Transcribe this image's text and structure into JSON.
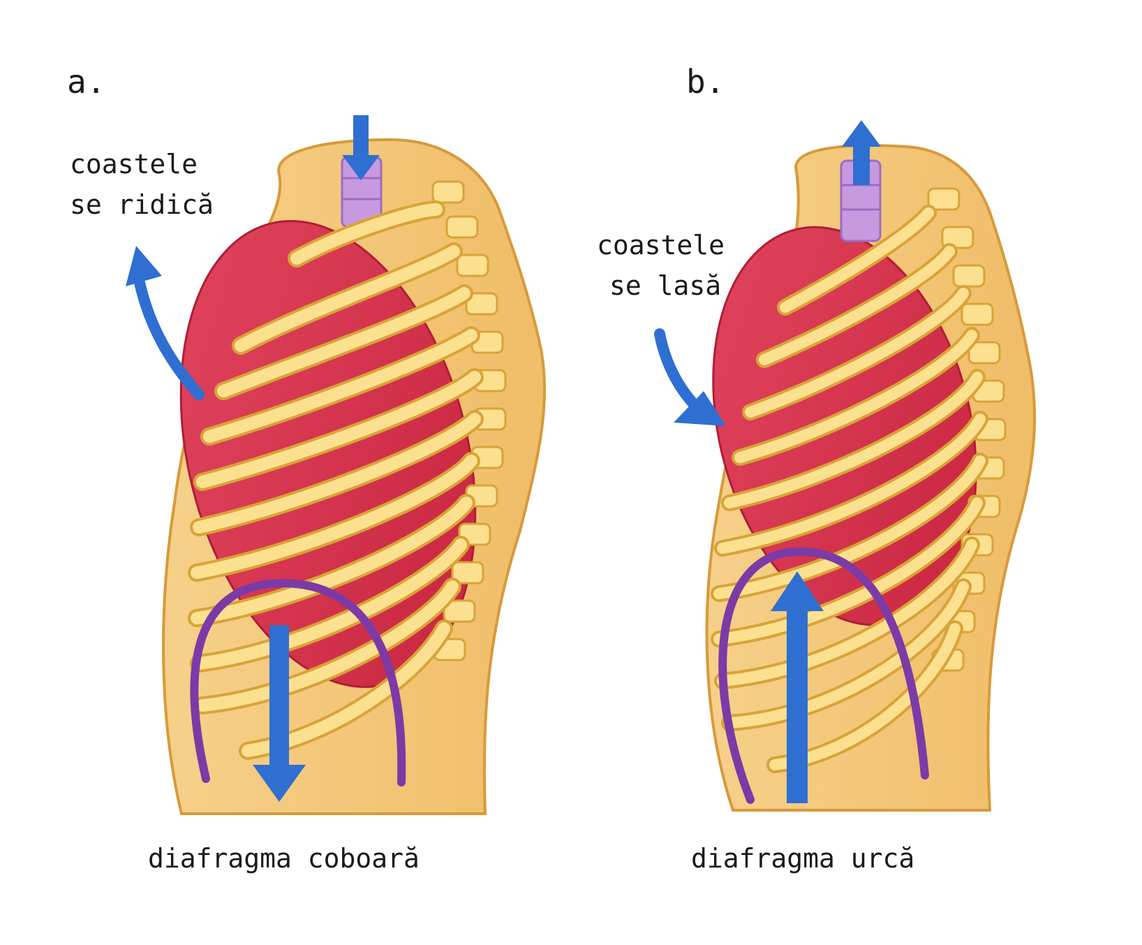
{
  "panels": [
    {
      "letter": "a.",
      "ribs_label_line1": "coastele",
      "ribs_label_line2": "se ridică",
      "diaphragm_label": "diafragma coboară"
    },
    {
      "letter": "b.",
      "ribs_label_line1": "coastele",
      "ribs_label_line2": "se lasă",
      "diaphragm_label": "diafragma urcă"
    }
  ],
  "colors": {
    "body": "#f3c77a",
    "body_outline": "#d79a3a",
    "lung": "#d8334e",
    "rib": "#fbe08f",
    "rib_outline": "#d9a338",
    "trachea": "#c79ae0",
    "diaphragm": "#7c3aa6",
    "arrow": "#2f6fd1"
  }
}
